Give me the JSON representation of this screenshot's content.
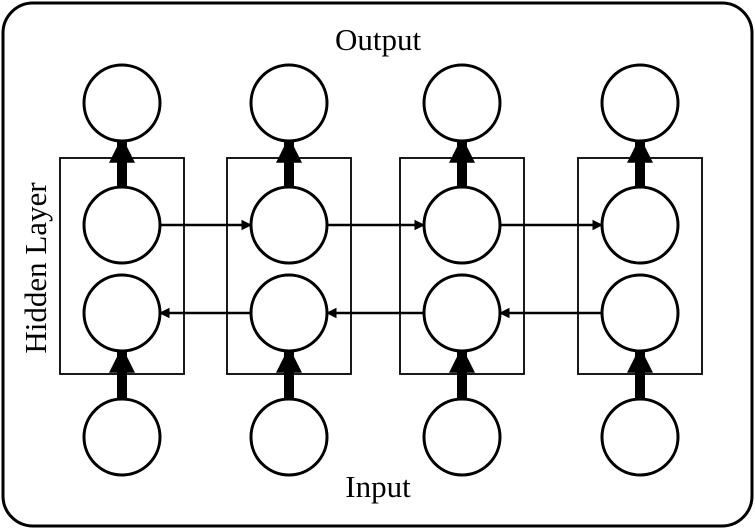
{
  "title": "Output",
  "bottom_label": "Input",
  "side_label": "Hidden Layer",
  "columns": [
    {
      "output": "",
      "forward": "",
      "backward": "",
      "input": ""
    },
    {
      "output": "",
      "forward": "",
      "backward": "",
      "input": ""
    },
    {
      "output": "",
      "forward": "",
      "backward": "",
      "input": ""
    },
    {
      "output": "",
      "forward": "",
      "backward": "",
      "input": ""
    }
  ],
  "connections": {
    "input_to_backward": "up",
    "forward_to_output": "up",
    "forward_chain": "left-to-right",
    "backward_chain": "right-to-left"
  },
  "colors": {
    "stroke": "#000000",
    "background": "#ffffff"
  }
}
